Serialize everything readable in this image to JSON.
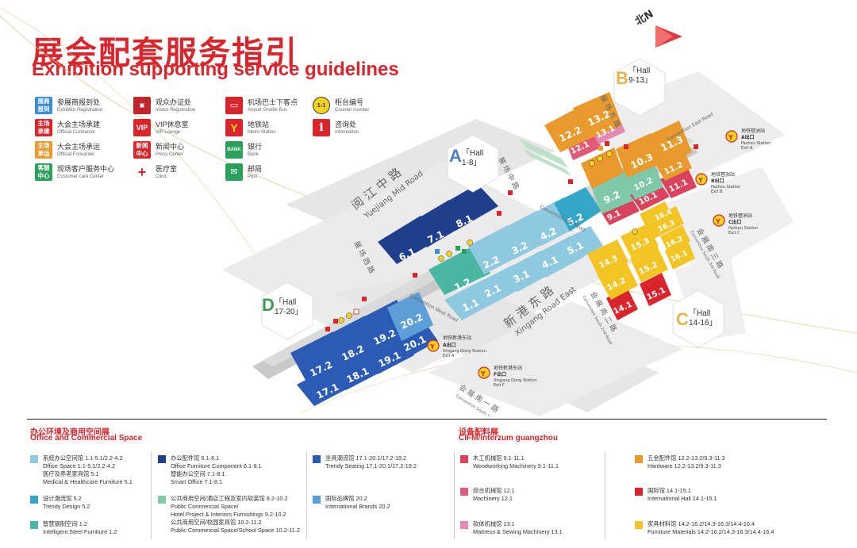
{
  "title": {
    "cn": "展会配套服务指引",
    "en": "Exhibition supporting service guidelines"
  },
  "compass": "北N",
  "legend": [
    {
      "icon": "exhibitor-registration-icon",
      "badge": "展商报到",
      "color": "#3a8dd6",
      "cn": "参展商报到处",
      "en": "Exhibitor Registration"
    },
    {
      "icon": "official-contractor-icon",
      "badge": "主场承建",
      "color": "#d9252c",
      "cn": "大会主场承建",
      "en": "Official Contractor"
    },
    {
      "icon": "official-forwarder-icon",
      "badge": "主场承运",
      "color": "#e99a2c",
      "cn": "大会主场承运",
      "en": "Official Forwarder"
    },
    {
      "icon": "customer-care-icon",
      "badge": "客服中心",
      "color": "#2aa05a",
      "cn": "现场客户服务中心",
      "en": "Customer care Center"
    },
    {
      "icon": "visitor-registration-icon",
      "badge": "",
      "color": "#c0272d",
      "cn": "观众办证处",
      "en": "Visitor Registration"
    },
    {
      "icon": "vip-lounge-icon",
      "badge": "VIP",
      "color": "#d9252c",
      "cn": "VIP休息室",
      "en": "VIP Lounge"
    },
    {
      "icon": "press-center-icon",
      "badge": "新闻中心",
      "color": "#d9252c",
      "cn": "新闻中心",
      "en": "Press Center"
    },
    {
      "icon": "clinic-icon",
      "badge": "+",
      "color": "#ffffff",
      "cn": "医疗室",
      "en": "Clinic"
    },
    {
      "icon": "shuttle-bus-icon",
      "badge": "",
      "color": "#d9252c",
      "cn": "机场巴士下客点",
      "en": "Airport Shuttle Bus"
    },
    {
      "icon": "metro-station-icon",
      "badge": "",
      "color": "#d9252c",
      "cn": "地铁站",
      "en": "Metro Station"
    },
    {
      "icon": "bank-icon",
      "badge": "BANK",
      "color": "#2aa05a",
      "cn": "银行",
      "en": "Bank"
    },
    {
      "icon": "post-icon",
      "badge": "",
      "color": "#2aa05a",
      "cn": "邮局",
      "en": "Post"
    },
    {
      "icon": "counter-number-icon",
      "badge": "1-1",
      "color": "#f4d21f",
      "cn": "柜台编号",
      "en": "Counter number"
    },
    {
      "icon": "information-icon",
      "badge": "i",
      "color": "#d9252c",
      "cn": "咨询处",
      "en": "Information"
    }
  ],
  "areas": [
    {
      "letter": "B",
      "label": "「Hall\n9-13」"
    },
    {
      "letter": "A",
      "label": "「Hall\n1-8」"
    },
    {
      "letter": "D",
      "label": "「Hall\n17-20」"
    },
    {
      "letter": "C",
      "label": "「Hall\n14-16」"
    }
  ],
  "halls": [
    "1.1",
    "1.2",
    "2.1",
    "2.2",
    "3.1",
    "3.2",
    "4.1",
    "4.2",
    "5.1",
    "5.2",
    "6.1",
    "7.1",
    "8.1",
    "9.1",
    "9.2",
    "10.1",
    "10.2",
    "10.3",
    "11.1",
    "11.2",
    "11.3",
    "12.1",
    "12.2",
    "13.1",
    "13.2",
    "14.1",
    "14.2",
    "14.3",
    "15.1",
    "15.2",
    "15.3",
    "16.1",
    "16.2",
    "16.3",
    "16.4",
    "17.1",
    "17.2",
    "18.1",
    "18.2",
    "19.1",
    "19.2",
    "20.1",
    "20.2"
  ],
  "roads": {
    "yuejiang_cn": "阅 江 中 路",
    "yuejiang_en": "Yuejiang Mid Road",
    "xingang_cn": "新 港 东 路",
    "xingang_en": "Xingang Road East",
    "convention_mid": "Convention Mid Road",
    "convention_west": "Convention West Road",
    "convention_east": "Convention East Road",
    "huacheng_mid": "展 场 中 路",
    "huacheng_west": "展 场 西 路",
    "huacheng_east": "展 场 东 路",
    "huizhan_south1": "会 展 南 一 路",
    "huizhan_south2": "会 展 南 二 路",
    "huizhan_south3": "会 展 南 三 路",
    "huizhan_south2_en": "Convention South 2nd Road",
    "huizhan_south1_en": "Convention South 1st Road",
    "huizhan_south3_en": "Convention South 3rd Road"
  },
  "stations": [
    {
      "cn1": "地铁琶洲站",
      "cn2": "A出口",
      "en1": "Pazhou Station",
      "en2": "Exit A"
    },
    {
      "cn1": "地铁琶洲站",
      "cn2": "B出口",
      "en1": "Pazhou Station",
      "en2": "Exit B"
    },
    {
      "cn1": "地铁琶洲站",
      "cn2": "C出口",
      "en1": "Pazhou Station",
      "en2": "Exit C"
    },
    {
      "cn1": "地铁新港东站",
      "cn2": "A出口",
      "en1": "Xingang Dong Station",
      "en2": "Exit A"
    },
    {
      "cn1": "地铁新港东站",
      "cn2": "F出口",
      "en1": "Xingang Dong Station",
      "en2": "Exit F"
    }
  ],
  "sections": {
    "office": {
      "cn": "办公环境及商用空间展",
      "en": "Office and Commercial Space"
    },
    "cifm": {
      "cn": "设备配料展",
      "en": "CIFM/interzum guangzhou"
    }
  },
  "bottom_legend": [
    {
      "color": "#8fc9df",
      "lines": [
        "系统办公空间馆  1.1-5.1/2.2-4.2",
        "Office Space  1.1-5.1/2.2-4.2",
        "医疗及养老家具馆  5.1",
        "Medical & Healthcare Furniture  5.1"
      ]
    },
    {
      "color": "#35a7c6",
      "lines": [
        "设计潮流馆  5.2",
        "Trendy Design  5.2"
      ]
    },
    {
      "color": "#4bb7a2",
      "lines": [
        "智慧钢制空间  1.2",
        "Intelligent Steel Furniture  1.2"
      ]
    },
    {
      "color": "#1f3f8c",
      "lines": [
        "办公配件馆  6.1-8.1",
        "Office Furniture Component  6.1-8.1",
        "智能办公空间  7.1-8.1",
        "Smart Office  7.1-8.1"
      ]
    },
    {
      "color": "#7fc8a9",
      "lines": [
        "公共商用空间/酒店工程及室内软装馆  9.2-10.2",
        "Public Commercial Space/",
        "Hotel Project & Interiors Furnishings  9.2-10.2",
        "公共商用空间/校园家具馆  10.2-11.2",
        "Public Commercial Space/School Space  10.2-11.2"
      ]
    },
    {
      "color": "#2b5bb5",
      "lines": [
        "坐具潮流馆  17.1-20.1/17.2-19.2",
        "Trendy Seating  17.1-20.1/17.2-19.2"
      ]
    },
    {
      "color": "#5c9ed8",
      "lines": [
        "国际品牌馆  20.2",
        "International Brands  20.2"
      ]
    },
    {
      "color": "#d9435e",
      "lines": [
        "木工机械馆  9.1-11.1",
        "Woodworking Machinery  9.1-11.1"
      ]
    },
    {
      "color": "#e05b78",
      "lines": [
        "综合机械馆  12.1",
        "Machinery  12.1"
      ]
    },
    {
      "color": "#e48ab0",
      "lines": [
        "软体机械馆  13.1",
        "Mattress & Sewing Machinery  13.1"
      ]
    },
    {
      "color": "#e99a2c",
      "lines": [
        "五金配件馆  12.2-13.2/9.3-11.3",
        "Hardware  12.2-13.2/9.3-11.3"
      ]
    },
    {
      "color": "#d9252c",
      "lines": [
        "国际馆  14.1-15.1",
        "International Hall  14.1-15.1"
      ]
    },
    {
      "color": "#f2c524",
      "lines": [
        "家具材料馆  14.2-16.2/14.3-16.3/14.4-16.4",
        "Furniture Materials  14.2-16.2/14.3-16.3/14.4-16.4"
      ]
    }
  ]
}
